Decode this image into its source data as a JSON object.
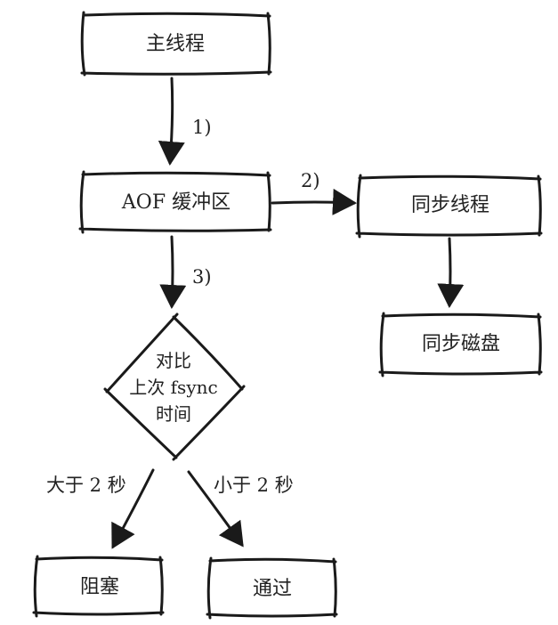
{
  "nodes": {
    "main_thread": "主线程",
    "aof_buffer": "AOF 缓冲区",
    "sync_thread": "同步线程",
    "sync_disk": "同步磁盘",
    "decision": [
      "对比",
      "上次 fsync",
      "时间"
    ],
    "block": "阻塞",
    "pass": "通过"
  },
  "edges": {
    "step1": "1)",
    "step2": "2)",
    "step3": "3)",
    "more_than_2s": "大于 2 秒",
    "less_than_2s": "小于 2 秒"
  }
}
